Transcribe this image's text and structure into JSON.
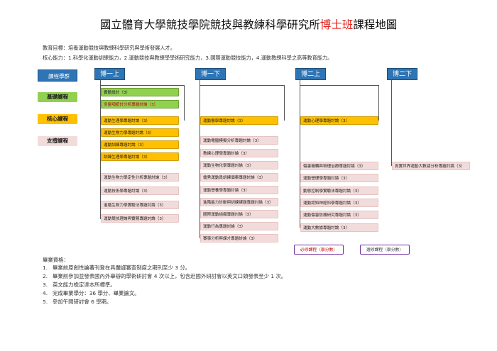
{
  "title": {
    "main": "國立體育大學競技學院競技與教練科學研究所",
    "highlight": "博士班",
    "suffix": "課程地圖"
  },
  "goal": "教育目標：培養運動競技與教練科學研究與學術發展人才。",
  "competency": "核心能力：1.科學化運動訓練能力，2.運動競技與教練學學術研究能力，3.國際運動競技能力，4.運動教練科學之高等教育能力。",
  "group_header": "課程學群",
  "categories": {
    "basic": "基礎課程",
    "core": "核心課程",
    "support": "支撐課程"
  },
  "columns": [
    {
      "header": "博一上",
      "courses": [
        {
          "label": "實驗設計（3）",
          "type": "basic"
        },
        {
          "label": "多變項統計分析專題討論（3）",
          "type": "basic",
          "red": true
        },
        {
          "label": "運動生理學專題討論（3）",
          "type": "core"
        },
        {
          "label": "運動生物力學專題討論（3）",
          "type": "core"
        },
        {
          "label": "運動訓練專題討論（3）",
          "type": "core"
        },
        {
          "label": "訓練生理學專題討論（3）",
          "type": "core"
        },
        {
          "label": "運動生物力學定性分析專題討論（3）",
          "type": "support"
        },
        {
          "label": "運動技術學專題討論（3）",
          "type": "support"
        },
        {
          "label": "進階生物力學實驗法專題討論（3）",
          "type": "support"
        },
        {
          "label": "運動競技理論與實務專題討論（3）",
          "type": "support"
        }
      ]
    },
    {
      "header": "博一下",
      "courses": [
        {
          "label": "運動醫學專題討論（3）",
          "type": "core"
        },
        {
          "label": "運動電腦模擬分析專題討論（3）",
          "type": "support"
        },
        {
          "label": "教練心理學專題討論（3）",
          "type": "support"
        },
        {
          "label": "運動生物化學專題討論（3）",
          "type": "support"
        },
        {
          "label": "優秀運動員訓練個案專題討論（3）",
          "type": "support"
        },
        {
          "label": "運動營養學專題討論（3）",
          "type": "support"
        },
        {
          "label": "進階能力診斷與訓練課題專題討論（3）",
          "type": "support"
        },
        {
          "label": "國際運動組織專題討論（3）",
          "type": "support"
        },
        {
          "label": "運動行為專題討論（3）",
          "type": "support"
        },
        {
          "label": "賽事分析與謀才專題討論（3）",
          "type": "support"
        }
      ]
    },
    {
      "header": "博二上",
      "courses": [
        {
          "label": "運動心理學專題討論（3）",
          "type": "core"
        },
        {
          "label": "傷害機轉與物理治療專題討論（3）",
          "type": "support"
        },
        {
          "label": "運動營理學專題討論（3）",
          "type": "support"
        },
        {
          "label": "動態控制學實驗法專題討論（3）",
          "type": "support"
        },
        {
          "label": "運動認知神經科學專題討論（3）",
          "type": "support"
        },
        {
          "label": "運動傷害防護研究專題討論（3）",
          "type": "support"
        },
        {
          "label": "運動大數據專題討論（3）",
          "type": "support"
        }
      ]
    },
    {
      "header": "博二下",
      "courses": [
        {
          "label": "真實世界運動大數據分析專題討論（3）",
          "type": "support"
        }
      ]
    }
  ],
  "legend": {
    "required": "必修課程（學分數）",
    "elective": "選修課程（學分數）"
  },
  "requirements": {
    "title": "畢業資格：",
    "items": [
      {
        "num": "1.",
        "text": "畢業前原創性論著刊登在具嚴謹審查制度之期刊至少 3 分。"
      },
      {
        "num": "2.",
        "text": "畢業前參加並發表國內外舉辦的學術研討會 4 次以上，包含赴國外研討會以英文口頭發表至少 1 次。"
      },
      {
        "num": "3.",
        "text": "英文能力檢定達本所標準。"
      },
      {
        "num": "4.",
        "text": "完成畢業學分：36 學分、畢業論文。"
      },
      {
        "num": "5.",
        "text": "參加午間研討會 6 學期。"
      }
    ]
  },
  "colors": {
    "header": "#2e75b6",
    "basic": "#92d050",
    "core": "#ffc000",
    "support": "#f2dcdb",
    "highlight": "#e0201b",
    "legend_border": "#7030a0"
  }
}
